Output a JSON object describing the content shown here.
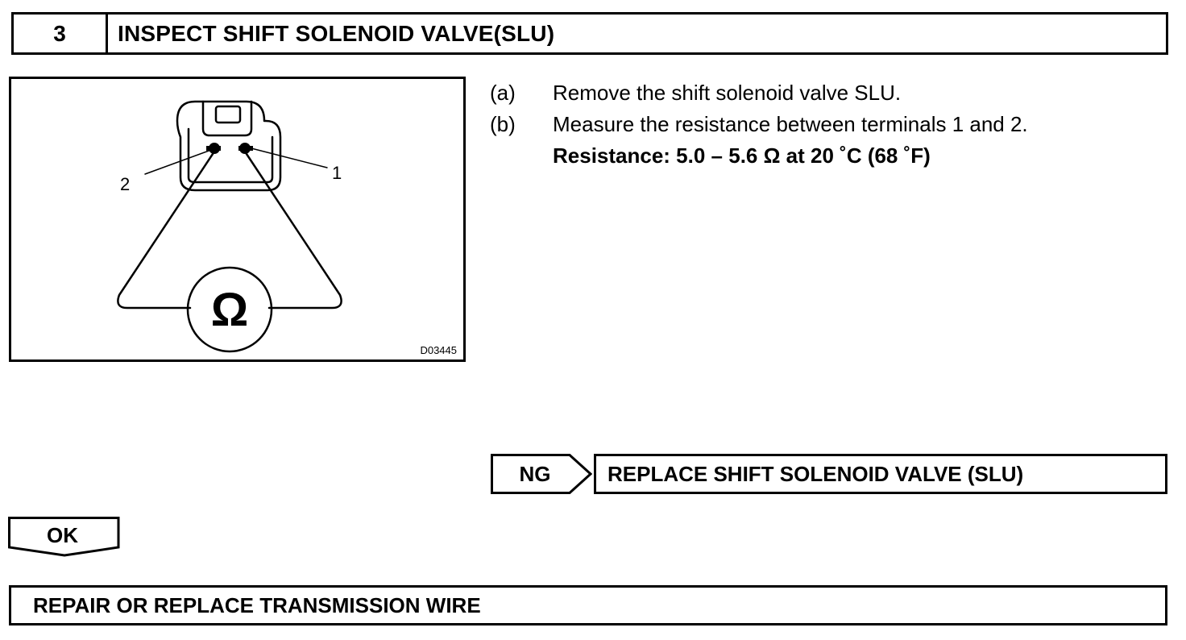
{
  "step": {
    "number": "3",
    "title": "INSPECT SHIFT SOLENOID VALVE(SLU)"
  },
  "figure": {
    "terminal_label_2": "2",
    "terminal_label_1": "1",
    "meter_symbol": "Ω",
    "figure_code": "D03445",
    "icons": [
      "connector-icon",
      "ohmmeter-icon"
    ]
  },
  "instructions": [
    {
      "marker": "(a)",
      "text": "Remove the shift solenoid valve SLU."
    },
    {
      "marker": "(b)",
      "text": "Measure the resistance between terminals 1 and 2."
    }
  ],
  "specification": "Resistance: 5.0 – 5.6 Ω at 20 ˚C (68 ˚F)",
  "ng_branch": {
    "label": "NG",
    "result": "REPLACE SHIFT SOLENOID VALVE (SLU)"
  },
  "ok_branch": {
    "label": "OK"
  },
  "final_result": "REPAIR OR REPLACE TRANSMISSION WIRE"
}
